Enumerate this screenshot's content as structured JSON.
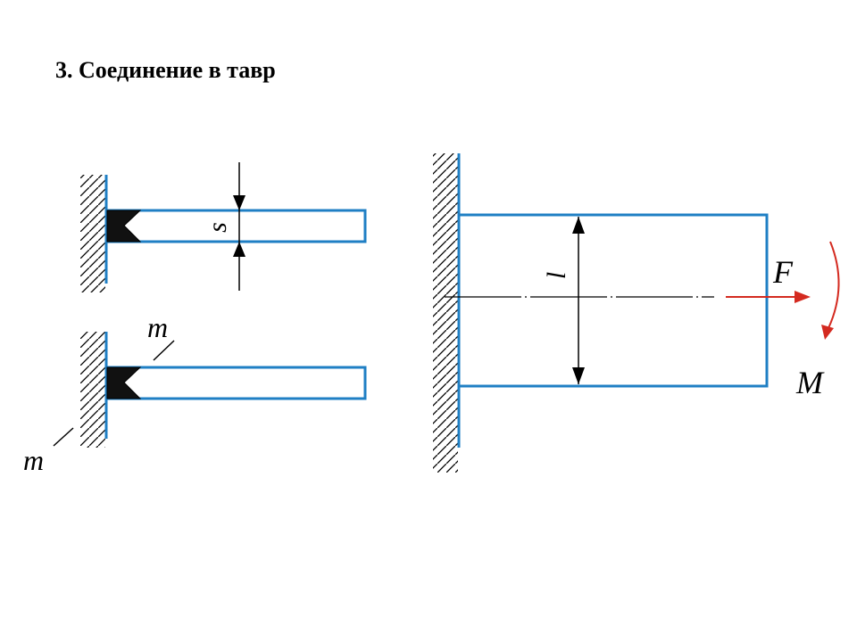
{
  "title": "3. Соединение в тавр",
  "labels": {
    "s": "s",
    "l": "l",
    "m_top": "m",
    "m_bottom": "m",
    "F": "F",
    "M": "M"
  },
  "colors": {
    "plate_outline": "#1f7fc4",
    "force": "#d42a20",
    "lines": "#000000"
  }
}
